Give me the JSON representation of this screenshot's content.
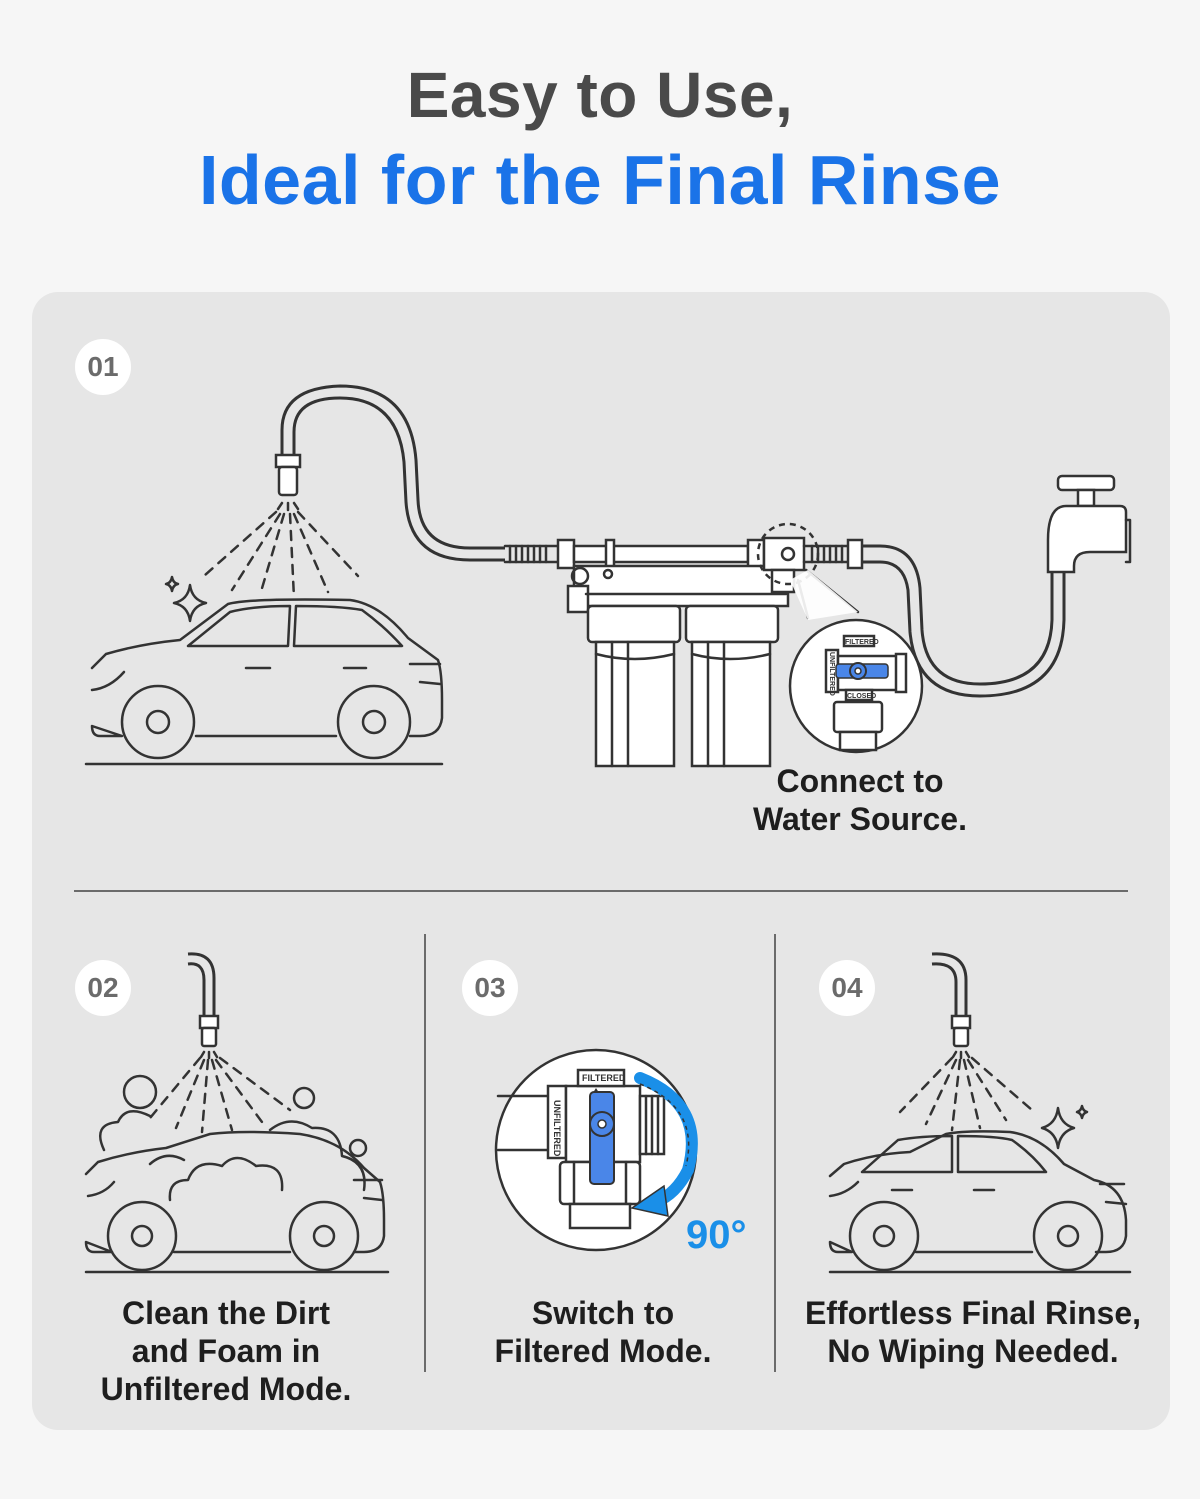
{
  "header": {
    "line1": "Easy to Use,",
    "line2": "Ideal for the Final Rinse"
  },
  "steps": [
    {
      "number": "01",
      "caption": [
        "Connect to",
        "Water Source."
      ]
    },
    {
      "number": "02",
      "caption": [
        "Clean the Dirt",
        "and Foam in",
        "Unfiltered Mode."
      ]
    },
    {
      "number": "03",
      "caption": [
        "Switch to",
        "Filtered Mode."
      ]
    },
    {
      "number": "04",
      "caption": [
        "Effortless Final Rinse,",
        "No Wiping Needed."
      ]
    }
  ],
  "valve": {
    "label_filtered": "FILTERED",
    "label_unfiltered": "UNFILTERED",
    "label_closed": "CLOSED",
    "rotation": "90°"
  },
  "colors": {
    "title_dark": "#4a4a4a",
    "title_blue": "#1a73e8",
    "valve_handle": "#4a86e8",
    "rotation_arrow": "#1a8fe8",
    "panel_bg": "#e6e6e6"
  }
}
